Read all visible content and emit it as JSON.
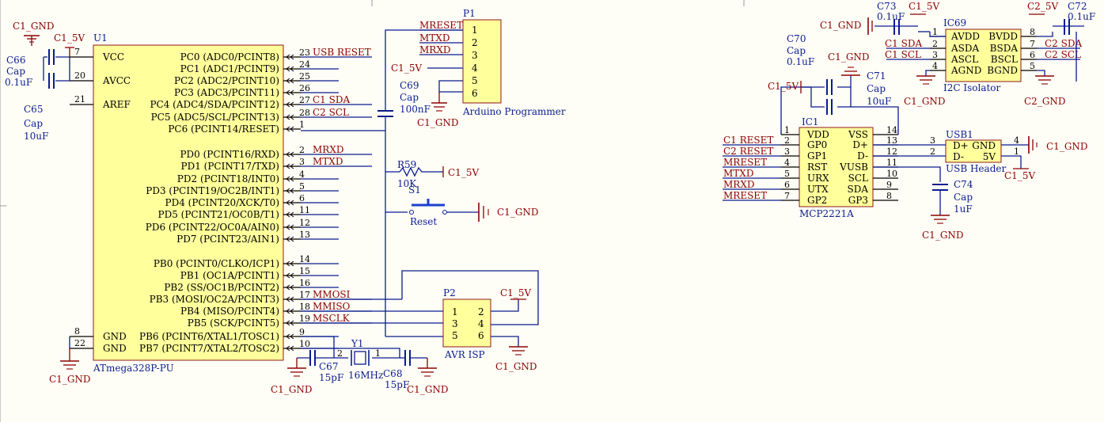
{
  "colors": {
    "wire": "#0a1c8f",
    "body_fill": "#ffff9c",
    "body_stroke": "#8b1a1a",
    "pin": "#000000",
    "net": "#8b0000",
    "label": "#0a1c8f",
    "ground": "#8b0000"
  },
  "u1": {
    "ref": "U1",
    "part": "ATmega328P-PU",
    "left_pins": [
      {
        "num": "7",
        "name": "VCC"
      },
      {
        "num": "20",
        "name": "AVCC"
      },
      {
        "num": "21",
        "name": "AREF"
      },
      {
        "num": "8",
        "name": "GND"
      },
      {
        "num": "22",
        "name": "GND"
      }
    ],
    "right_pins": [
      {
        "num": "23",
        "name": "PC0 (ADC0/PCINT8)",
        "net": "USB_RESET"
      },
      {
        "num": "24",
        "name": "PC1 (ADC1/PCINT9)",
        "net": ""
      },
      {
        "num": "25",
        "name": "PC2 (ADC2/PCINT10)",
        "net": ""
      },
      {
        "num": "26",
        "name": "PC3 (ADC3/PCINT11)",
        "net": ""
      },
      {
        "num": "27",
        "name": "PC4 (ADC4/SDA/PCINT12)",
        "net": "C1_SDA"
      },
      {
        "num": "28",
        "name": "PC5 (ADC5/SCL/PCINT13)",
        "net": "C2_SCL"
      },
      {
        "num": "1",
        "name": "PC6 (PCINT14/RESET)",
        "net": ""
      },
      {
        "num": "2",
        "name": "PD0 (PCINT16/RXD)",
        "net": "MRXD"
      },
      {
        "num": "3",
        "name": "PD1 (PCINT17/TXD)",
        "net": "MTXD"
      },
      {
        "num": "4",
        "name": "PD2 (PCINT18/INT0)",
        "net": ""
      },
      {
        "num": "5",
        "name": "PD3 (PCINT19/OC2B/INT1)",
        "net": ""
      },
      {
        "num": "6",
        "name": "PD4 (PCINT20/XCK/T0)",
        "net": ""
      },
      {
        "num": "11",
        "name": "PD5 (PCINT21/OC0B/T1)",
        "net": ""
      },
      {
        "num": "12",
        "name": "PD6 (PCINT22/OC0A/AIN0)",
        "net": ""
      },
      {
        "num": "13",
        "name": "PD7 (PCINT23/AIN1)",
        "net": ""
      },
      {
        "num": "14",
        "name": "PB0 (PCINT0/CLKO/ICP1)",
        "net": ""
      },
      {
        "num": "15",
        "name": "PB1 (OC1A/PCINT1)",
        "net": ""
      },
      {
        "num": "16",
        "name": "PB2 (SS/OC1B/PCINT2)",
        "net": ""
      },
      {
        "num": "17",
        "name": "PB3 (MOSI/OC2A/PCINT3)",
        "net": "MMOSI"
      },
      {
        "num": "18",
        "name": "PB4 (MISO/PCINT4)",
        "net": "MMISO"
      },
      {
        "num": "19",
        "name": "PB5 (SCK/PCINT5)",
        "net": "MSCLK"
      },
      {
        "num": "9",
        "name": "PB6 (PCINT6/XTAL1/TOSC1)",
        "net": ""
      },
      {
        "num": "10",
        "name": "PB7 (PCINT7/XTAL2/TOSC2)",
        "net": ""
      }
    ]
  },
  "p1": {
    "ref": "P1",
    "part": "Arduino Programmer",
    "pins": [
      "1",
      "2",
      "3",
      "4",
      "5",
      "6"
    ],
    "nets": [
      "MRESET",
      "MTXD",
      "MRXD",
      "C1_5V"
    ]
  },
  "p2": {
    "ref": "P2",
    "part": "AVR ISP",
    "pins": [
      "1",
      "2",
      "3",
      "4",
      "5",
      "6"
    ]
  },
  "ic1": {
    "ref": "IC1",
    "part": "MCP2221A",
    "left_pins": [
      {
        "num": "1",
        "name": "VDD",
        "net": ""
      },
      {
        "num": "2",
        "name": "GP0",
        "net": "C1_RESET"
      },
      {
        "num": "3",
        "name": "GP1",
        "net": "C2_RESET"
      },
      {
        "num": "4",
        "name": "RST",
        "net": "MRESET"
      },
      {
        "num": "5",
        "name": "URX",
        "net": "MTXD"
      },
      {
        "num": "6",
        "name": "UTX",
        "net": "MRXD"
      },
      {
        "num": "7",
        "name": "GP2",
        "net": "MRESET"
      }
    ],
    "right_pins": [
      {
        "num": "14",
        "name": "VSS"
      },
      {
        "num": "13",
        "name": "D+"
      },
      {
        "num": "12",
        "name": "D-"
      },
      {
        "num": "11",
        "name": "VUSB"
      },
      {
        "num": "10",
        "name": "SCL"
      },
      {
        "num": "9",
        "name": "SDA"
      },
      {
        "num": "8",
        "name": "GP3"
      }
    ]
  },
  "ic69": {
    "ref": "IC69",
    "part": "I2C Isolator",
    "left_pins": [
      {
        "num": "1",
        "name": "AVDD"
      },
      {
        "num": "2",
        "name": "ASDA",
        "net": "C1_SDA"
      },
      {
        "num": "3",
        "name": "ASCL",
        "net": "C1_SCL"
      },
      {
        "num": "4",
        "name": "AGND"
      }
    ],
    "right_pins": [
      {
        "num": "8",
        "name": "BVDD"
      },
      {
        "num": "7",
        "name": "BSDA",
        "net": "C2_SDA"
      },
      {
        "num": "6",
        "name": "BSCL",
        "net": "C2_SCL"
      },
      {
        "num": "5",
        "name": "BGND"
      }
    ]
  },
  "usb1": {
    "ref": "USB1",
    "part": "USB Header",
    "pins": [
      {
        "num": "3",
        "name": "D+"
      },
      {
        "num": "2",
        "name": "D-"
      },
      {
        "num": "4",
        "name": "GND"
      },
      {
        "num": "1",
        "name": "5V"
      }
    ]
  },
  "caps": {
    "c65": {
      "ref": "C65",
      "type": "Cap",
      "value": "10uF"
    },
    "c66": {
      "ref": "C66",
      "type": "Cap",
      "value": "0.1uF"
    },
    "c67": {
      "ref": "C67",
      "value": "15pF"
    },
    "c68": {
      "ref": "C68",
      "value": "15pF"
    },
    "c69": {
      "ref": "C69",
      "type": "Cap",
      "value": "100nF"
    },
    "c70": {
      "ref": "C70",
      "type": "Cap",
      "value": "0.1uF"
    },
    "c71": {
      "ref": "C71",
      "type": "Cap",
      "value": "10uF"
    },
    "c72": {
      "ref": "C72",
      "value": "0.1uF"
    },
    "c73": {
      "ref": "C73",
      "value": "0.1uF"
    },
    "c74": {
      "ref": "C74",
      "type": "Cap",
      "value": "1uF"
    }
  },
  "r59": {
    "ref": "R59",
    "value": "10K"
  },
  "s1": {
    "ref": "S1",
    "part": "Reset"
  },
  "y1": {
    "ref": "Y1",
    "value": "16MHz",
    "pin_a": "2",
    "pin_b": "1"
  },
  "power": {
    "c1_5v": "C1_5V",
    "c2_5v": "C2_5V",
    "c1_gnd": "C1_GND",
    "c2_gnd": "C2_GND"
  }
}
